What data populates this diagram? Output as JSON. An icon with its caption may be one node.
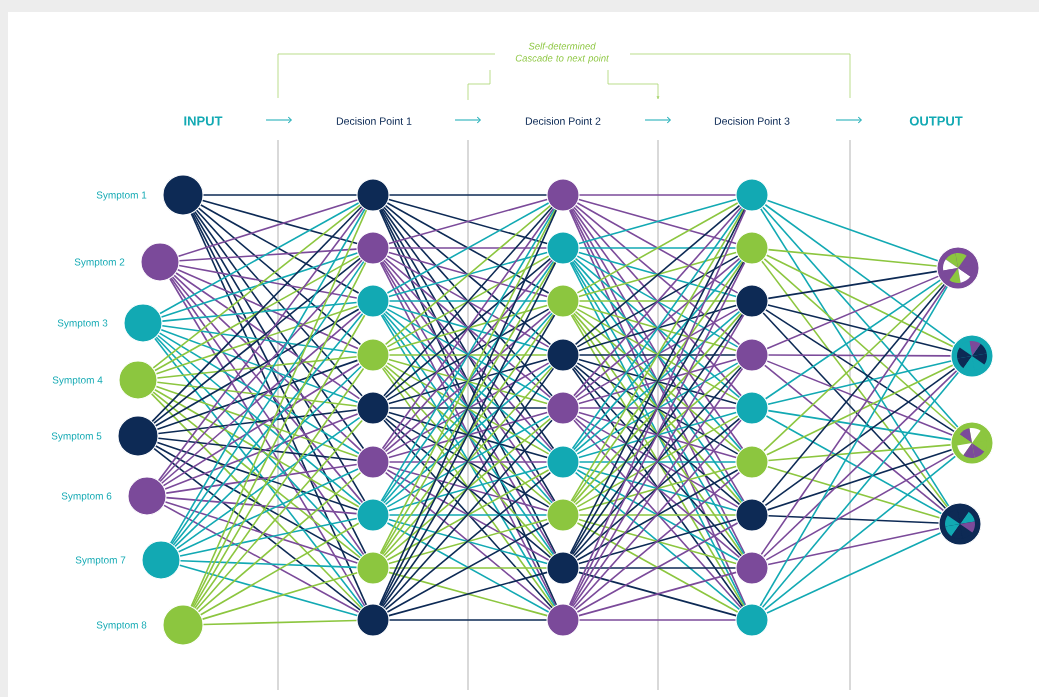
{
  "diagram": {
    "nodes": [
      {
        "text": [],
        "shape": "circle",
        "beside": [
          "Symptom 1"
        ]
      },
      {
        "text": [],
        "shape": "circle",
        "beside": [
          "Symptom 2"
        ]
      },
      {
        "text": [],
        "shape": "circle",
        "beside": [
          "Symptom 3"
        ]
      },
      {
        "text": [],
        "shape": "circle",
        "beside": [
          "Symptom 4"
        ]
      },
      {
        "text": [],
        "shape": "circle",
        "beside": [
          "Symptom 5"
        ]
      },
      {
        "text": [],
        "shape": "circle",
        "beside": [
          "Symptom 6"
        ]
      },
      {
        "text": [],
        "shape": "circle",
        "beside": [
          "Symptom 7"
        ]
      },
      {
        "text": [],
        "shape": "circle",
        "beside": [
          "Symptom 8"
        ]
      },
      {
        "text": [],
        "shape": "circle"
      },
      {
        "text": [],
        "shape": "circle"
      },
      {
        "text": [],
        "shape": "circle"
      },
      {
        "text": [],
        "shape": "circle"
      },
      {
        "text": [],
        "shape": "circle"
      },
      {
        "text": [],
        "shape": "circle"
      },
      {
        "text": [],
        "shape": "circle"
      },
      {
        "text": [],
        "shape": "circle"
      },
      {
        "text": [],
        "shape": "circle"
      },
      {
        "text": [],
        "shape": "circle"
      },
      {
        "text": [],
        "shape": "circle"
      },
      {
        "text": [],
        "shape": "circle"
      },
      {
        "text": [],
        "shape": "circle"
      },
      {
        "text": [],
        "shape": "circle"
      },
      {
        "text": [],
        "shape": "circle"
      },
      {
        "text": [],
        "shape": "circle"
      },
      {
        "text": [],
        "shape": "circle"
      },
      {
        "text": [],
        "shape": "circle"
      },
      {
        "text": [],
        "shape": "circle"
      },
      {
        "text": [],
        "shape": "circle"
      },
      {
        "text": [],
        "shape": "circle"
      },
      {
        "text": [],
        "shape": "circle"
      },
      {
        "text": [],
        "shape": "circle"
      },
      {
        "text": [],
        "shape": "circle"
      },
      {
        "text": [],
        "shape": "circle"
      },
      {
        "text": [],
        "shape": "circle"
      },
      {
        "text": [],
        "shape": "circle"
      },
      {
        "text": [],
        "shape": "circle"
      },
      {
        "text": [],
        "shape": "circle"
      },
      {
        "text": [],
        "shape": "circle"
      },
      {
        "text": [],
        "shape": "circle"
      }
    ],
    "edges": [
      {
        "from": 0,
        "to": 8,
        "arrow": "none",
        "color": "#0d2a55"
      },
      {
        "from": 0,
        "to": 9,
        "arrow": "none",
        "color": "#0d2a55"
      },
      {
        "from": 0,
        "to": 10,
        "arrow": "none",
        "color": "#0d2a55"
      },
      {
        "from": 0,
        "to": 11,
        "arrow": "none",
        "color": "#0d2a55"
      },
      {
        "from": 0,
        "to": 12,
        "arrow": "none",
        "color": "#0d2a55"
      },
      {
        "from": 0,
        "to": 13,
        "arrow": "none",
        "color": "#0d2a55"
      },
      {
        "from": 0,
        "to": 14,
        "arrow": "none",
        "color": "#0d2a55"
      },
      {
        "from": 0,
        "to": 15,
        "arrow": "none",
        "color": "#0d2a55"
      },
      {
        "from": 0,
        "to": 16,
        "arrow": "none",
        "color": "#0d2a55"
      },
      {
        "from": 1,
        "to": 8,
        "arrow": "none",
        "color": "#7b4a9a"
      },
      {
        "from": 1,
        "to": 9,
        "arrow": "none",
        "color": "#7b4a9a"
      },
      {
        "from": 1,
        "to": 10,
        "arrow": "none",
        "color": "#7b4a9a"
      },
      {
        "from": 1,
        "to": 11,
        "arrow": "none",
        "color": "#7b4a9a"
      },
      {
        "from": 1,
        "to": 12,
        "arrow": "none",
        "color": "#7b4a9a"
      },
      {
        "from": 1,
        "to": 13,
        "arrow": "none",
        "color": "#7b4a9a"
      },
      {
        "from": 1,
        "to": 14,
        "arrow": "none",
        "color": "#7b4a9a"
      },
      {
        "from": 1,
        "to": 15,
        "arrow": "none",
        "color": "#7b4a9a"
      },
      {
        "from": 1,
        "to": 16,
        "arrow": "none",
        "color": "#7b4a9a"
      },
      {
        "from": 2,
        "to": 8,
        "arrow": "none",
        "color": "#12a9b3"
      },
      {
        "from": 2,
        "to": 9,
        "arrow": "none",
        "color": "#12a9b3"
      },
      {
        "from": 2,
        "to": 10,
        "arrow": "none",
        "color": "#12a9b3"
      },
      {
        "from": 2,
        "to": 11,
        "arrow": "none",
        "color": "#12a9b3"
      },
      {
        "from": 2,
        "to": 12,
        "arrow": "none",
        "color": "#12a9b3"
      },
      {
        "from": 2,
        "to": 13,
        "arrow": "none",
        "color": "#12a9b3"
      },
      {
        "from": 2,
        "to": 14,
        "arrow": "none",
        "color": "#12a9b3"
      },
      {
        "from": 2,
        "to": 15,
        "arrow": "none",
        "color": "#12a9b3"
      },
      {
        "from": 2,
        "to": 16,
        "arrow": "none",
        "color": "#12a9b3"
      },
      {
        "from": 3,
        "to": 8,
        "arrow": "none",
        "color": "#8cc63f"
      },
      {
        "from": 3,
        "to": 9,
        "arrow": "none",
        "color": "#8cc63f"
      },
      {
        "from": 3,
        "to": 10,
        "arrow": "none",
        "color": "#8cc63f"
      },
      {
        "from": 3,
        "to": 11,
        "arrow": "none",
        "color": "#8cc63f"
      },
      {
        "from": 3,
        "to": 12,
        "arrow": "none",
        "color": "#8cc63f"
      },
      {
        "from": 3,
        "to": 13,
        "arrow": "none",
        "color": "#8cc63f"
      },
      {
        "from": 3,
        "to": 14,
        "arrow": "none",
        "color": "#8cc63f"
      },
      {
        "from": 3,
        "to": 15,
        "arrow": "none",
        "color": "#8cc63f"
      },
      {
        "from": 3,
        "to": 16,
        "arrow": "none",
        "color": "#8cc63f"
      },
      {
        "from": 4,
        "to": 8,
        "arrow": "none",
        "color": "#0d2a55"
      },
      {
        "from": 4,
        "to": 9,
        "arrow": "none",
        "color": "#0d2a55"
      },
      {
        "from": 4,
        "to": 10,
        "arrow": "none",
        "color": "#0d2a55"
      },
      {
        "from": 4,
        "to": 11,
        "arrow": "none",
        "color": "#0d2a55"
      },
      {
        "from": 4,
        "to": 12,
        "arrow": "none",
        "color": "#0d2a55"
      },
      {
        "from": 4,
        "to": 13,
        "arrow": "none",
        "color": "#0d2a55"
      },
      {
        "from": 4,
        "to": 14,
        "arrow": "none",
        "color": "#0d2a55"
      },
      {
        "from": 4,
        "to": 15,
        "arrow": "none",
        "color": "#0d2a55"
      },
      {
        "from": 4,
        "to": 16,
        "arrow": "none",
        "color": "#0d2a55"
      },
      {
        "from": 5,
        "to": 8,
        "arrow": "none",
        "color": "#7b4a9a"
      },
      {
        "from": 5,
        "to": 9,
        "arrow": "none",
        "color": "#7b4a9a"
      },
      {
        "from": 5,
        "to": 10,
        "arrow": "none",
        "color": "#7b4a9a"
      },
      {
        "from": 5,
        "to": 11,
        "arrow": "none",
        "color": "#7b4a9a"
      },
      {
        "from": 5,
        "to": 12,
        "arrow": "none",
        "color": "#7b4a9a"
      },
      {
        "from": 5,
        "to": 13,
        "arrow": "none",
        "color": "#7b4a9a"
      },
      {
        "from": 5,
        "to": 14,
        "arrow": "none",
        "color": "#7b4a9a"
      },
      {
        "from": 5,
        "to": 15,
        "arrow": "none",
        "color": "#7b4a9a"
      },
      {
        "from": 5,
        "to": 16,
        "arrow": "none",
        "color": "#7b4a9a"
      },
      {
        "from": 6,
        "to": 8,
        "arrow": "none",
        "color": "#12a9b3"
      },
      {
        "from": 6,
        "to": 9,
        "arrow": "none",
        "color": "#12a9b3"
      },
      {
        "from": 6,
        "to": 10,
        "arrow": "none",
        "color": "#12a9b3"
      },
      {
        "from": 6,
        "to": 11,
        "arrow": "none",
        "color": "#12a9b3"
      },
      {
        "from": 6,
        "to": 12,
        "arrow": "none",
        "color": "#12a9b3"
      },
      {
        "from": 6,
        "to": 13,
        "arrow": "none",
        "color": "#12a9b3"
      },
      {
        "from": 6,
        "to": 14,
        "arrow": "none",
        "color": "#12a9b3"
      },
      {
        "from": 6,
        "to": 15,
        "arrow": "none",
        "color": "#12a9b3"
      },
      {
        "from": 6,
        "to": 16,
        "arrow": "none",
        "color": "#12a9b3"
      },
      {
        "from": 7,
        "to": 8,
        "arrow": "none",
        "color": "#8cc63f"
      },
      {
        "from": 7,
        "to": 9,
        "arrow": "none",
        "color": "#8cc63f"
      },
      {
        "from": 7,
        "to": 10,
        "arrow": "none",
        "color": "#8cc63f"
      },
      {
        "from": 7,
        "to": 11,
        "arrow": "none",
        "color": "#8cc63f"
      },
      {
        "from": 7,
        "to": 12,
        "arrow": "none",
        "color": "#8cc63f"
      },
      {
        "from": 7,
        "to": 13,
        "arrow": "none",
        "color": "#8cc63f"
      },
      {
        "from": 7,
        "to": 14,
        "arrow": "none",
        "color": "#8cc63f"
      },
      {
        "from": 7,
        "to": 15,
        "arrow": "none",
        "color": "#8cc63f"
      },
      {
        "from": 7,
        "to": 16,
        "arrow": "none",
        "color": "#8cc63f"
      },
      {
        "from": 8,
        "to": 17,
        "arrow": "none",
        "color": "#0d2a55"
      },
      {
        "from": 8,
        "to": 18,
        "arrow": "none",
        "color": "#0d2a55"
      },
      {
        "from": 8,
        "to": 19,
        "arrow": "none",
        "color": "#0d2a55"
      },
      {
        "from": 8,
        "to": 20,
        "arrow": "none",
        "color": "#0d2a55"
      },
      {
        "from": 8,
        "to": 21,
        "arrow": "none",
        "color": "#0d2a55"
      },
      {
        "from": 8,
        "to": 22,
        "arrow": "none",
        "color": "#0d2a55"
      },
      {
        "from": 8,
        "to": 23,
        "arrow": "none",
        "color": "#0d2a55"
      },
      {
        "from": 8,
        "to": 24,
        "arrow": "none",
        "color": "#0d2a55"
      },
      {
        "from": 8,
        "to": 25,
        "arrow": "none",
        "color": "#0d2a55"
      },
      {
        "from": 9,
        "to": 17,
        "arrow": "none",
        "color": "#7b4a9a"
      },
      {
        "from": 9,
        "to": 18,
        "arrow": "none",
        "color": "#7b4a9a"
      },
      {
        "from": 9,
        "to": 19,
        "arrow": "none",
        "color": "#7b4a9a"
      },
      {
        "from": 9,
        "to": 20,
        "arrow": "none",
        "color": "#7b4a9a"
      },
      {
        "from": 9,
        "to": 21,
        "arrow": "none",
        "color": "#7b4a9a"
      },
      {
        "from": 9,
        "to": 22,
        "arrow": "none",
        "color": "#7b4a9a"
      },
      {
        "from": 9,
        "to": 23,
        "arrow": "none",
        "color": "#7b4a9a"
      },
      {
        "from": 9,
        "to": 24,
        "arrow": "none",
        "color": "#7b4a9a"
      },
      {
        "from": 9,
        "to": 25,
        "arrow": "none",
        "color": "#7b4a9a"
      },
      {
        "from": 10,
        "to": 17,
        "arrow": "none",
        "color": "#12a9b3"
      },
      {
        "from": 10,
        "to": 18,
        "arrow": "none",
        "color": "#12a9b3"
      },
      {
        "from": 10,
        "to": 19,
        "arrow": "none",
        "color": "#12a9b3"
      },
      {
        "from": 10,
        "to": 20,
        "arrow": "none",
        "color": "#12a9b3"
      },
      {
        "from": 10,
        "to": 21,
        "arrow": "none",
        "color": "#12a9b3"
      },
      {
        "from": 10,
        "to": 22,
        "arrow": "none",
        "color": "#12a9b3"
      },
      {
        "from": 10,
        "to": 23,
        "arrow": "none",
        "color": "#12a9b3"
      },
      {
        "from": 10,
        "to": 24,
        "arrow": "none",
        "color": "#12a9b3"
      },
      {
        "from": 10,
        "to": 25,
        "arrow": "none",
        "color": "#12a9b3"
      },
      {
        "from": 11,
        "to": 17,
        "arrow": "none",
        "color": "#8cc63f"
      },
      {
        "from": 11,
        "to": 18,
        "arrow": "none",
        "color": "#8cc63f"
      },
      {
        "from": 11,
        "to": 19,
        "arrow": "none",
        "color": "#8cc63f"
      },
      {
        "from": 11,
        "to": 20,
        "arrow": "none",
        "color": "#8cc63f"
      },
      {
        "from": 11,
        "to": 21,
        "arrow": "none",
        "color": "#8cc63f"
      },
      {
        "from": 11,
        "to": 22,
        "arrow": "none",
        "color": "#8cc63f"
      },
      {
        "from": 11,
        "to": 23,
        "arrow": "none",
        "color": "#8cc63f"
      },
      {
        "from": 11,
        "to": 24,
        "arrow": "none",
        "color": "#8cc63f"
      },
      {
        "from": 11,
        "to": 25,
        "arrow": "none",
        "color": "#8cc63f"
      },
      {
        "from": 12,
        "to": 17,
        "arrow": "none",
        "color": "#0d2a55"
      },
      {
        "from": 12,
        "to": 18,
        "arrow": "none",
        "color": "#0d2a55"
      },
      {
        "from": 12,
        "to": 19,
        "arrow": "none",
        "color": "#0d2a55"
      },
      {
        "from": 12,
        "to": 20,
        "arrow": "none",
        "color": "#0d2a55"
      },
      {
        "from": 12,
        "to": 21,
        "arrow": "none",
        "color": "#0d2a55"
      },
      {
        "from": 12,
        "to": 22,
        "arrow": "none",
        "color": "#0d2a55"
      },
      {
        "from": 12,
        "to": 23,
        "arrow": "none",
        "color": "#0d2a55"
      },
      {
        "from": 12,
        "to": 24,
        "arrow": "none",
        "color": "#0d2a55"
      },
      {
        "from": 12,
        "to": 25,
        "arrow": "none",
        "color": "#0d2a55"
      },
      {
        "from": 13,
        "to": 17,
        "arrow": "none",
        "color": "#7b4a9a"
      },
      {
        "from": 13,
        "to": 18,
        "arrow": "none",
        "color": "#7b4a9a"
      },
      {
        "from": 13,
        "to": 19,
        "arrow": "none",
        "color": "#7b4a9a"
      },
      {
        "from": 13,
        "to": 20,
        "arrow": "none",
        "color": "#7b4a9a"
      },
      {
        "from": 13,
        "to": 21,
        "arrow": "none",
        "color": "#7b4a9a"
      },
      {
        "from": 13,
        "to": 22,
        "arrow": "none",
        "color": "#7b4a9a"
      },
      {
        "from": 13,
        "to": 23,
        "arrow": "none",
        "color": "#7b4a9a"
      },
      {
        "from": 13,
        "to": 24,
        "arrow": "none",
        "color": "#7b4a9a"
      },
      {
        "from": 13,
        "to": 25,
        "arrow": "none",
        "color": "#7b4a9a"
      },
      {
        "from": 14,
        "to": 17,
        "arrow": "none",
        "color": "#12a9b3"
      },
      {
        "from": 14,
        "to": 18,
        "arrow": "none",
        "color": "#12a9b3"
      },
      {
        "from": 14,
        "to": 19,
        "arrow": "none",
        "color": "#12a9b3"
      },
      {
        "from": 14,
        "to": 20,
        "arrow": "none",
        "color": "#12a9b3"
      },
      {
        "from": 14,
        "to": 21,
        "arrow": "none",
        "color": "#12a9b3"
      },
      {
        "from": 14,
        "to": 22,
        "arrow": "none",
        "color": "#12a9b3"
      },
      {
        "from": 14,
        "to": 23,
        "arrow": "none",
        "color": "#12a9b3"
      },
      {
        "from": 14,
        "to": 24,
        "arrow": "none",
        "color": "#12a9b3"
      },
      {
        "from": 14,
        "to": 25,
        "arrow": "none",
        "color": "#12a9b3"
      },
      {
        "from": 15,
        "to": 17,
        "arrow": "none",
        "color": "#8cc63f"
      },
      {
        "from": 15,
        "to": 18,
        "arrow": "none",
        "color": "#8cc63f"
      },
      {
        "from": 15,
        "to": 19,
        "arrow": "none",
        "color": "#8cc63f"
      },
      {
        "from": 15,
        "to": 20,
        "arrow": "none",
        "color": "#8cc63f"
      },
      {
        "from": 15,
        "to": 21,
        "arrow": "none",
        "color": "#8cc63f"
      },
      {
        "from": 15,
        "to": 22,
        "arrow": "none",
        "color": "#8cc63f"
      },
      {
        "from": 15,
        "to": 23,
        "arrow": "none",
        "color": "#8cc63f"
      },
      {
        "from": 15,
        "to": 24,
        "arrow": "none",
        "color": "#8cc63f"
      },
      {
        "from": 15,
        "to": 25,
        "arrow": "none",
        "color": "#8cc63f"
      },
      {
        "from": 16,
        "to": 17,
        "arrow": "none",
        "color": "#0d2a55"
      },
      {
        "from": 16,
        "to": 18,
        "arrow": "none",
        "color": "#0d2a55"
      },
      {
        "from": 16,
        "to": 19,
        "arrow": "none",
        "color": "#0d2a55"
      },
      {
        "from": 16,
        "to": 20,
        "arrow": "none",
        "color": "#0d2a55"
      },
      {
        "from": 16,
        "to": 21,
        "arrow": "none",
        "color": "#0d2a55"
      },
      {
        "from": 16,
        "to": 22,
        "arrow": "none",
        "color": "#0d2a55"
      },
      {
        "from": 16,
        "to": 23,
        "arrow": "none",
        "color": "#0d2a55"
      },
      {
        "from": 16,
        "to": 24,
        "arrow": "none",
        "color": "#0d2a55"
      },
      {
        "from": 16,
        "to": 25,
        "arrow": "none",
        "color": "#0d2a55"
      },
      {
        "from": 17,
        "to": 26,
        "arrow": "none",
        "color": "#7b4a9a"
      },
      {
        "from": 17,
        "to": 27,
        "arrow": "none",
        "color": "#7b4a9a"
      },
      {
        "from": 17,
        "to": 28,
        "arrow": "none",
        "color": "#7b4a9a"
      },
      {
        "from": 17,
        "to": 29,
        "arrow": "none",
        "color": "#7b4a9a"
      },
      {
        "from": 17,
        "to": 30,
        "arrow": "none",
        "color": "#7b4a9a"
      },
      {
        "from": 17,
        "to": 31,
        "arrow": "none",
        "color": "#7b4a9a"
      },
      {
        "from": 17,
        "to": 32,
        "arrow": "none",
        "color": "#7b4a9a"
      },
      {
        "from": 17,
        "to": 33,
        "arrow": "none",
        "color": "#7b4a9a"
      },
      {
        "from": 17,
        "to": 34,
        "arrow": "none",
        "color": "#7b4a9a"
      },
      {
        "from": 18,
        "to": 26,
        "arrow": "none",
        "color": "#12a9b3"
      },
      {
        "from": 18,
        "to": 27,
        "arrow": "none",
        "color": "#12a9b3"
      },
      {
        "from": 18,
        "to": 28,
        "arrow": "none",
        "color": "#12a9b3"
      },
      {
        "from": 18,
        "to": 29,
        "arrow": "none",
        "color": "#12a9b3"
      },
      {
        "from": 18,
        "to": 30,
        "arrow": "none",
        "color": "#12a9b3"
      },
      {
        "from": 18,
        "to": 31,
        "arrow": "none",
        "color": "#12a9b3"
      },
      {
        "from": 18,
        "to": 32,
        "arrow": "none",
        "color": "#12a9b3"
      },
      {
        "from": 18,
        "to": 33,
        "arrow": "none",
        "color": "#12a9b3"
      },
      {
        "from": 18,
        "to": 34,
        "arrow": "none",
        "color": "#12a9b3"
      },
      {
        "from": 19,
        "to": 26,
        "arrow": "none",
        "color": "#8cc63f"
      },
      {
        "from": 19,
        "to": 27,
        "arrow": "none",
        "color": "#8cc63f"
      },
      {
        "from": 19,
        "to": 28,
        "arrow": "none",
        "color": "#8cc63f"
      },
      {
        "from": 19,
        "to": 29,
        "arrow": "none",
        "color": "#8cc63f"
      },
      {
        "from": 19,
        "to": 30,
        "arrow": "none",
        "color": "#8cc63f"
      },
      {
        "from": 19,
        "to": 31,
        "arrow": "none",
        "color": "#8cc63f"
      },
      {
        "from": 19,
        "to": 32,
        "arrow": "none",
        "color": "#8cc63f"
      },
      {
        "from": 19,
        "to": 33,
        "arrow": "none",
        "color": "#8cc63f"
      },
      {
        "from": 19,
        "to": 34,
        "arrow": "none",
        "color": "#8cc63f"
      },
      {
        "from": 20,
        "to": 26,
        "arrow": "none",
        "color": "#0d2a55"
      },
      {
        "from": 20,
        "to": 27,
        "arrow": "none",
        "color": "#0d2a55"
      },
      {
        "from": 20,
        "to": 28,
        "arrow": "none",
        "color": "#0d2a55"
      },
      {
        "from": 20,
        "to": 29,
        "arrow": "none",
        "color": "#0d2a55"
      },
      {
        "from": 20,
        "to": 30,
        "arrow": "none",
        "color": "#0d2a55"
      },
      {
        "from": 20,
        "to": 31,
        "arrow": "none",
        "color": "#0d2a55"
      },
      {
        "from": 20,
        "to": 32,
        "arrow": "none",
        "color": "#0d2a55"
      },
      {
        "from": 20,
        "to": 33,
        "arrow": "none",
        "color": "#0d2a55"
      },
      {
        "from": 20,
        "to": 34,
        "arrow": "none",
        "color": "#0d2a55"
      },
      {
        "from": 21,
        "to": 26,
        "arrow": "none",
        "color": "#7b4a9a"
      },
      {
        "from": 21,
        "to": 27,
        "arrow": "none",
        "color": "#7b4a9a"
      },
      {
        "from": 21,
        "to": 28,
        "arrow": "none",
        "color": "#7b4a9a"
      },
      {
        "from": 21,
        "to": 29,
        "arrow": "none",
        "color": "#7b4a9a"
      },
      {
        "from": 21,
        "to": 30,
        "arrow": "none",
        "color": "#7b4a9a"
      },
      {
        "from": 21,
        "to": 31,
        "arrow": "none",
        "color": "#7b4a9a"
      },
      {
        "from": 21,
        "to": 32,
        "arrow": "none",
        "color": "#7b4a9a"
      },
      {
        "from": 21,
        "to": 33,
        "arrow": "none",
        "color": "#7b4a9a"
      },
      {
        "from": 21,
        "to": 34,
        "arrow": "none",
        "color": "#7b4a9a"
      },
      {
        "from": 22,
        "to": 26,
        "arrow": "none",
        "color": "#12a9b3"
      },
      {
        "from": 22,
        "to": 27,
        "arrow": "none",
        "color": "#12a9b3"
      },
      {
        "from": 22,
        "to": 28,
        "arrow": "none",
        "color": "#12a9b3"
      },
      {
        "from": 22,
        "to": 29,
        "arrow": "none",
        "color": "#12a9b3"
      },
      {
        "from": 22,
        "to": 30,
        "arrow": "none",
        "color": "#12a9b3"
      },
      {
        "from": 22,
        "to": 31,
        "arrow": "none",
        "color": "#12a9b3"
      },
      {
        "from": 22,
        "to": 32,
        "arrow": "none",
        "color": "#12a9b3"
      },
      {
        "from": 22,
        "to": 33,
        "arrow": "none",
        "color": "#12a9b3"
      },
      {
        "from": 22,
        "to": 34,
        "arrow": "none",
        "color": "#12a9b3"
      },
      {
        "from": 23,
        "to": 26,
        "arrow": "none",
        "color": "#8cc63f"
      },
      {
        "from": 23,
        "to": 27,
        "arrow": "none",
        "color": "#8cc63f"
      },
      {
        "from": 23,
        "to": 28,
        "arrow": "none",
        "color": "#8cc63f"
      },
      {
        "from": 23,
        "to": 29,
        "arrow": "none",
        "color": "#8cc63f"
      },
      {
        "from": 23,
        "to": 30,
        "arrow": "none",
        "color": "#8cc63f"
      },
      {
        "from": 23,
        "to": 31,
        "arrow": "none",
        "color": "#8cc63f"
      },
      {
        "from": 23,
        "to": 32,
        "arrow": "none",
        "color": "#8cc63f"
      },
      {
        "from": 23,
        "to": 33,
        "arrow": "none",
        "color": "#8cc63f"
      },
      {
        "from": 23,
        "to": 34,
        "arrow": "none",
        "color": "#8cc63f"
      },
      {
        "from": 24,
        "to": 26,
        "arrow": "none",
        "color": "#0d2a55"
      },
      {
        "from": 24,
        "to": 27,
        "arrow": "none",
        "color": "#0d2a55"
      },
      {
        "from": 24,
        "to": 28,
        "arrow": "none",
        "color": "#0d2a55"
      },
      {
        "from": 24,
        "to": 29,
        "arrow": "none",
        "color": "#0d2a55"
      },
      {
        "from": 24,
        "to": 30,
        "arrow": "none",
        "color": "#0d2a55"
      },
      {
        "from": 24,
        "to": 31,
        "arrow": "none",
        "color": "#0d2a55"
      },
      {
        "from": 24,
        "to": 32,
        "arrow": "none",
        "color": "#0d2a55"
      },
      {
        "from": 24,
        "to": 33,
        "arrow": "none",
        "color": "#0d2a55"
      },
      {
        "from": 24,
        "to": 34,
        "arrow": "none",
        "color": "#0d2a55"
      },
      {
        "from": 25,
        "to": 26,
        "arrow": "none",
        "color": "#7b4a9a"
      },
      {
        "from": 25,
        "to": 27,
        "arrow": "none",
        "color": "#7b4a9a"
      },
      {
        "from": 25,
        "to": 28,
        "arrow": "none",
        "color": "#7b4a9a"
      },
      {
        "from": 25,
        "to": 29,
        "arrow": "none",
        "color": "#7b4a9a"
      },
      {
        "from": 25,
        "to": 30,
        "arrow": "none",
        "color": "#7b4a9a"
      },
      {
        "from": 25,
        "to": 31,
        "arrow": "none",
        "color": "#7b4a9a"
      },
      {
        "from": 25,
        "to": 32,
        "arrow": "none",
        "color": "#7b4a9a"
      },
      {
        "from": 25,
        "to": 33,
        "arrow": "none",
        "color": "#7b4a9a"
      },
      {
        "from": 25,
        "to": 34,
        "arrow": "none",
        "color": "#7b4a9a"
      },
      {
        "from": 26,
        "to": 35,
        "arrow": "none",
        "color": "#12a9b3"
      },
      {
        "from": 26,
        "to": 36,
        "arrow": "none",
        "color": "#12a9b3"
      },
      {
        "from": 26,
        "to": 37,
        "arrow": "none",
        "color": "#12a9b3"
      },
      {
        "from": 26,
        "to": 38,
        "arrow": "none",
        "color": "#12a9b3"
      },
      {
        "from": 27,
        "to": 35,
        "arrow": "none",
        "color": "#8cc63f"
      },
      {
        "from": 27,
        "to": 36,
        "arrow": "none",
        "color": "#8cc63f"
      },
      {
        "from": 27,
        "to": 37,
        "arrow": "none",
        "color": "#8cc63f"
      },
      {
        "from": 27,
        "to": 38,
        "arrow": "none",
        "color": "#8cc63f"
      },
      {
        "from": 28,
        "to": 35,
        "arrow": "none",
        "color": "#0d2a55"
      },
      {
        "from": 28,
        "to": 36,
        "arrow": "none",
        "color": "#0d2a55"
      },
      {
        "from": 28,
        "to": 37,
        "arrow": "none",
        "color": "#0d2a55"
      },
      {
        "from": 28,
        "to": 38,
        "arrow": "none",
        "color": "#0d2a55"
      },
      {
        "from": 29,
        "to": 35,
        "arrow": "none",
        "color": "#7b4a9a"
      },
      {
        "from": 29,
        "to": 36,
        "arrow": "none",
        "color": "#7b4a9a"
      },
      {
        "from": 29,
        "to": 37,
        "arrow": "none",
        "color": "#7b4a9a"
      },
      {
        "from": 29,
        "to": 38,
        "arrow": "none",
        "color": "#7b4a9a"
      },
      {
        "from": 30,
        "to": 35,
        "arrow": "none",
        "color": "#12a9b3"
      },
      {
        "from": 30,
        "to": 36,
        "arrow": "none",
        "color": "#12a9b3"
      },
      {
        "from": 30,
        "to": 37,
        "arrow": "none",
        "color": "#12a9b3"
      },
      {
        "from": 30,
        "to": 38,
        "arrow": "none",
        "color": "#12a9b3"
      },
      {
        "from": 31,
        "to": 35,
        "arrow": "none",
        "color": "#8cc63f"
      },
      {
        "from": 31,
        "to": 36,
        "arrow": "none",
        "color": "#8cc63f"
      },
      {
        "from": 31,
        "to": 37,
        "arrow": "none",
        "color": "#8cc63f"
      },
      {
        "from": 31,
        "to": 38,
        "arrow": "none",
        "color": "#8cc63f"
      },
      {
        "from": 32,
        "to": 35,
        "arrow": "none",
        "color": "#0d2a55"
      },
      {
        "from": 32,
        "to": 36,
        "arrow": "none",
        "color": "#0d2a55"
      },
      {
        "from": 32,
        "to": 37,
        "arrow": "none",
        "color": "#0d2a55"
      },
      {
        "from": 32,
        "to": 38,
        "arrow": "none",
        "color": "#0d2a55"
      },
      {
        "from": 33,
        "to": 35,
        "arrow": "none",
        "color": "#7b4a9a"
      },
      {
        "from": 33,
        "to": 36,
        "arrow": "none",
        "color": "#7b4a9a"
      },
      {
        "from": 33,
        "to": 37,
        "arrow": "none",
        "color": "#7b4a9a"
      },
      {
        "from": 33,
        "to": 38,
        "arrow": "none",
        "color": "#7b4a9a"
      },
      {
        "from": 34,
        "to": 35,
        "arrow": "none",
        "color": "#12a9b3"
      },
      {
        "from": 34,
        "to": 36,
        "arrow": "none",
        "color": "#12a9b3"
      },
      {
        "from": 34,
        "to": 37,
        "arrow": "none",
        "color": "#12a9b3"
      },
      {
        "from": 34,
        "to": 38,
        "arrow": "none",
        "color": "#12a9b3"
      }
    ],
    "labels": [
      "Self-determined Cascade to next point",
      "INPUT",
      "Decision Point 1",
      "Decision Point 2",
      "Decision Point 3",
      "OUTPUT"
    ]
  }
}
